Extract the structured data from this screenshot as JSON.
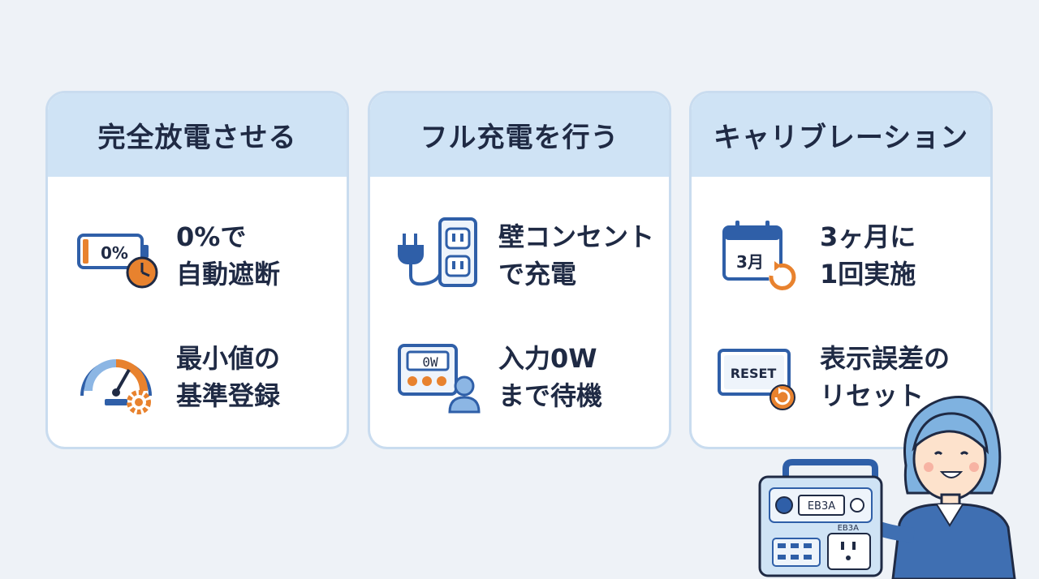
{
  "cards": [
    {
      "title": "完全放電させる",
      "items": [
        {
          "icon": "battery-timer-icon",
          "icon_text": "0%",
          "lines": [
            "0%で",
            "自動遮断"
          ]
        },
        {
          "icon": "gauge-gear-icon",
          "lines": [
            "最小値の",
            "基準登録"
          ]
        }
      ]
    },
    {
      "title": "フル充電を行う",
      "items": [
        {
          "icon": "plug-outlet-icon",
          "lines": [
            "壁コンセント",
            "で充電"
          ]
        },
        {
          "icon": "meter-user-icon",
          "icon_text": "0W",
          "lines": [
            "入力0W",
            "まで待機"
          ]
        }
      ]
    },
    {
      "title": "キャリブレーション",
      "items": [
        {
          "icon": "calendar-refresh-icon",
          "icon_text": "3月",
          "lines": [
            "3ヶ月に",
            "1回実施"
          ]
        },
        {
          "icon": "reset-screen-icon",
          "icon_text": "RESET",
          "lines": [
            "表示誤差の",
            "リセット"
          ]
        }
      ]
    }
  ],
  "device": {
    "screen_label": "EB3A",
    "panel_label": "EB3A"
  },
  "colors": {
    "accent_blue": "#2f5fa8",
    "accent_orange": "#e8822e",
    "header_bg": "#cfe3f5",
    "border": "#c9dcef"
  }
}
